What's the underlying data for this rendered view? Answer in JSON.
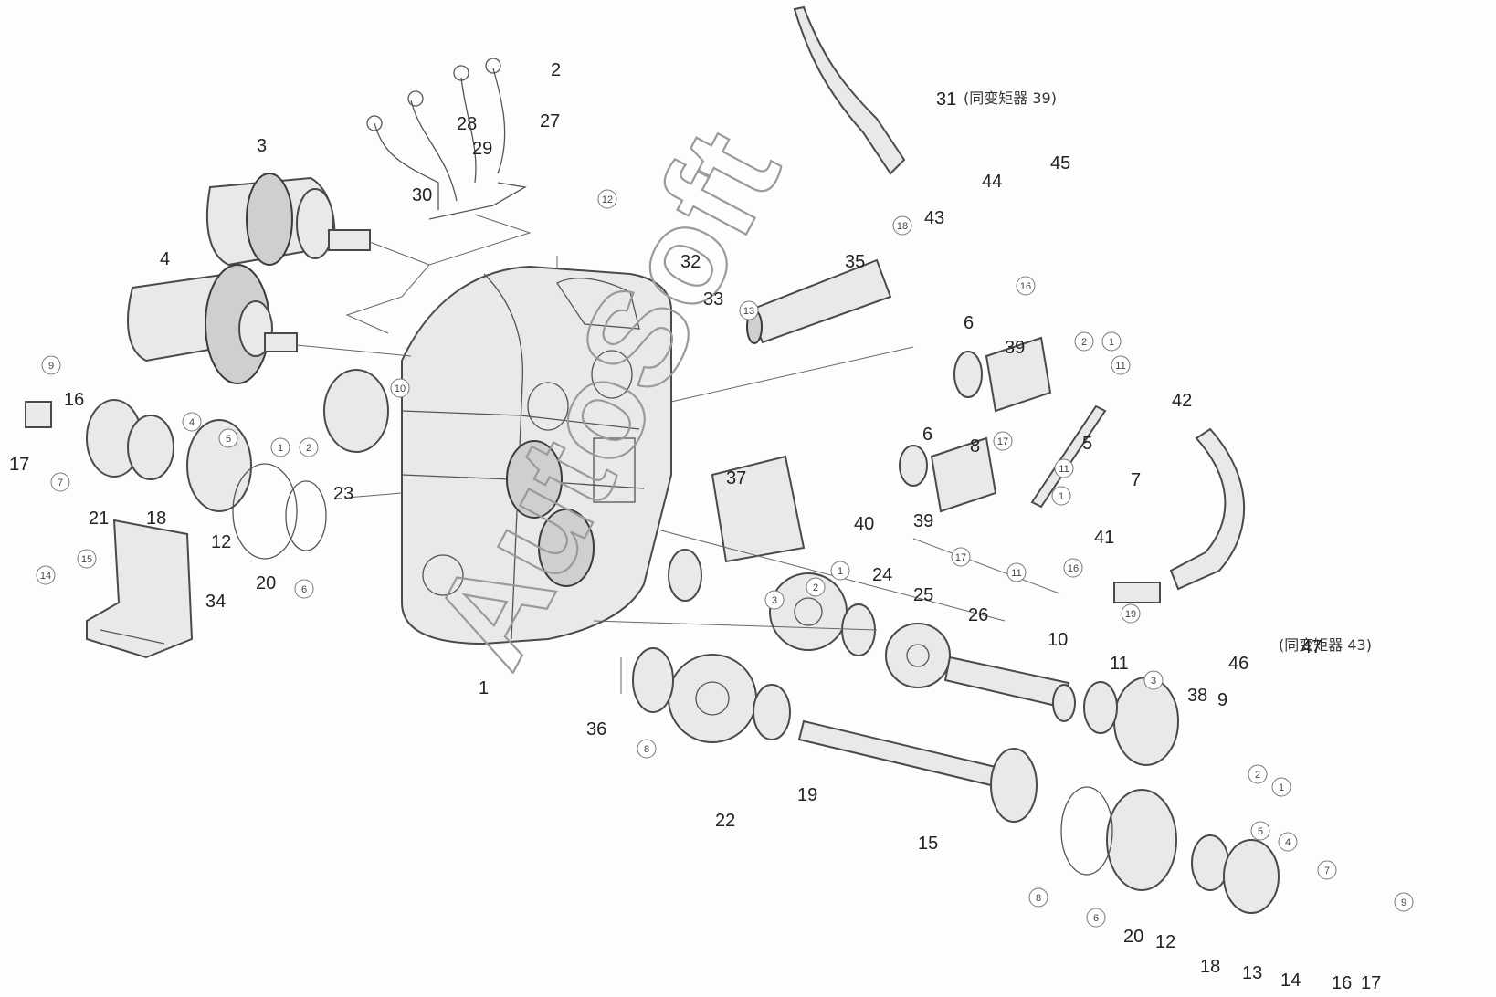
{
  "watermark": "AutoSoft",
  "notes": {
    "n31": "(同变矩器 39)",
    "n47": "(同变矩器 43)"
  },
  "labels": {
    "l1": "1",
    "l2": "2",
    "l3": "3",
    "l4": "4",
    "l5": "5",
    "l6a": "6",
    "l6b": "6",
    "l7": "7",
    "l8": "8",
    "l9": "9",
    "l10": "10",
    "l11": "11",
    "l12a": "12",
    "l12b": "12",
    "l13": "13",
    "l14": "14",
    "l15": "15",
    "l16a": "16",
    "l16b": "16",
    "l17a": "17",
    "l17b": "17",
    "l18a": "18",
    "l18b": "18",
    "l19": "19",
    "l20a": "20",
    "l20b": "20",
    "l21": "21",
    "l22": "22",
    "l23": "23",
    "l24": "24",
    "l25": "25",
    "l26": "26",
    "l27": "27",
    "l28": "28",
    "l29": "29",
    "l30": "30",
    "l31": "31",
    "l32": "32",
    "l33": "33",
    "l34": "34",
    "l35": "35",
    "l36": "36",
    "l37": "37",
    "l38": "38",
    "l39a": "39",
    "l39b": "39",
    "l40": "40",
    "l41": "41",
    "l42": "42",
    "l43": "43",
    "l44": "44",
    "l45": "45",
    "l46": "46",
    "l47": "47"
  },
  "circled": {
    "c1": "1",
    "c2": "2",
    "c3": "3",
    "c4": "4",
    "c5": "5",
    "c6": "6",
    "c7": "7",
    "c8": "8",
    "c9": "9",
    "c10": "10",
    "c11": "11",
    "c12": "12",
    "c13": "13",
    "c14": "14",
    "c15": "15",
    "c16": "16",
    "c17": "17",
    "c18": "18",
    "c19": "19"
  }
}
